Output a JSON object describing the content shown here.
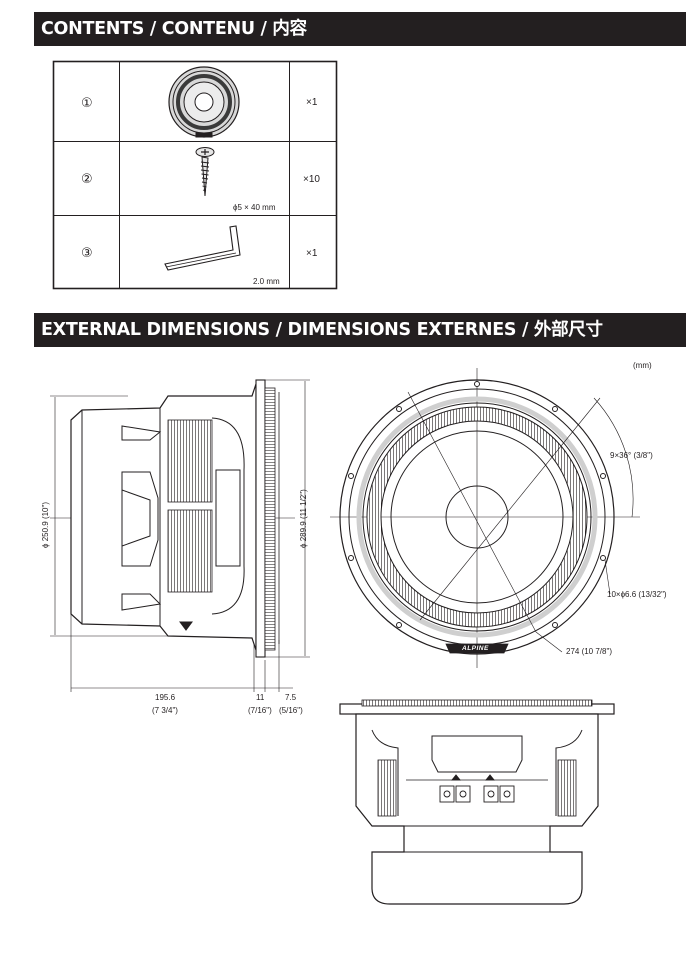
{
  "contents_section": {
    "title": "CONTENTS / CONTENU / 内容",
    "items": [
      {
        "number": "①",
        "quantity": "×1",
        "spec": ""
      },
      {
        "number": "②",
        "quantity": "×10",
        "spec": "ϕ5 × 40 mm"
      },
      {
        "number": "③",
        "quantity": "×1",
        "spec": "2.0 mm"
      }
    ]
  },
  "dimensions_section": {
    "title": "EXTERNAL DIMENSIONS / DIMENSIONS EXTERNES / 外部尺寸",
    "unit": "(mm)",
    "side_view": {
      "inner_diameter": "ϕ 250.9 (10\")",
      "outer_diameter": "ϕ 289.9 (11 1/2\")",
      "depth_mm": "195.6",
      "depth_in": "(7 3/4\")",
      "flange_mm": "11",
      "flange_in": "(7/16\")",
      "ring_mm": "7.5",
      "ring_in": "(5/16\")"
    },
    "front_view": {
      "angle": "9×36° (3/8\")",
      "holes": "10×ϕ6.6 (13/32\")",
      "hole_circle": "274 (10 7/8\")",
      "brand": "ALPINE"
    }
  },
  "colors": {
    "band": "#231f20",
    "line": "#231f20",
    "page": "#ffffff"
  }
}
